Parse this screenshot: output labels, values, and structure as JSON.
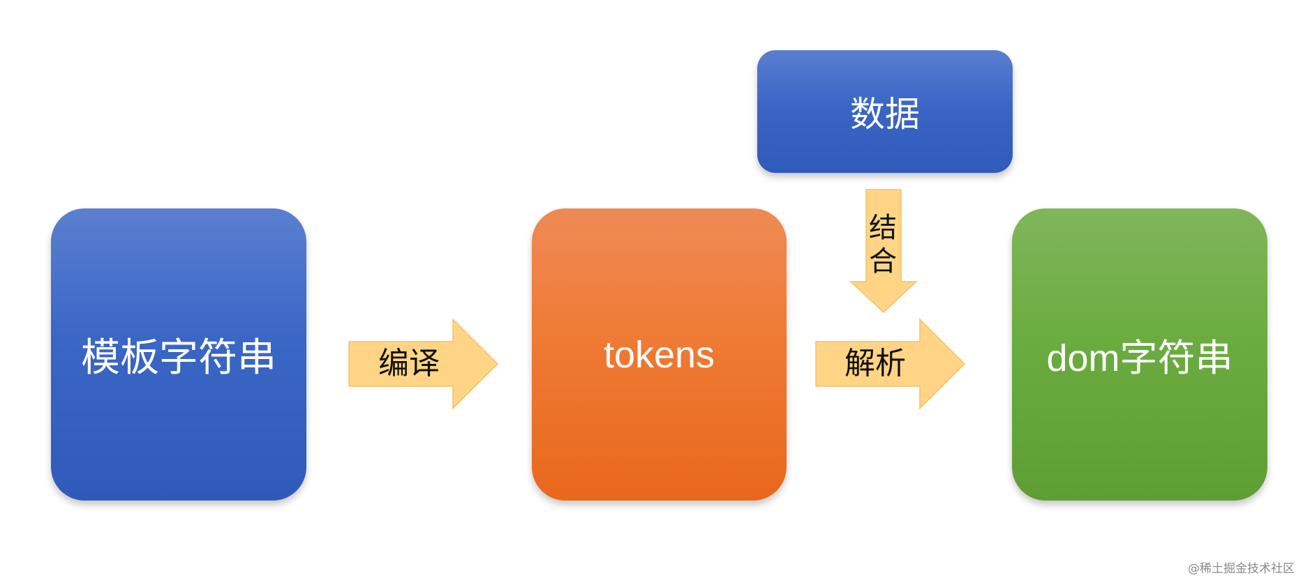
{
  "boxes": {
    "template": {
      "label": "模板字符串",
      "color": "#3a66c6"
    },
    "tokens": {
      "label": "tokens",
      "color": "#ef7a34"
    },
    "dom": {
      "label": "dom字符串",
      "color": "#6bac40"
    },
    "data": {
      "label": "数据",
      "color": "#3a66c6"
    }
  },
  "arrows": {
    "compile": {
      "label": "编译",
      "color": "#ffd585"
    },
    "parse": {
      "label": "解析",
      "color": "#ffd585"
    },
    "combine": {
      "label": "结合",
      "color": "#ffd585"
    }
  },
  "watermark": "@稀土掘金技术社区"
}
